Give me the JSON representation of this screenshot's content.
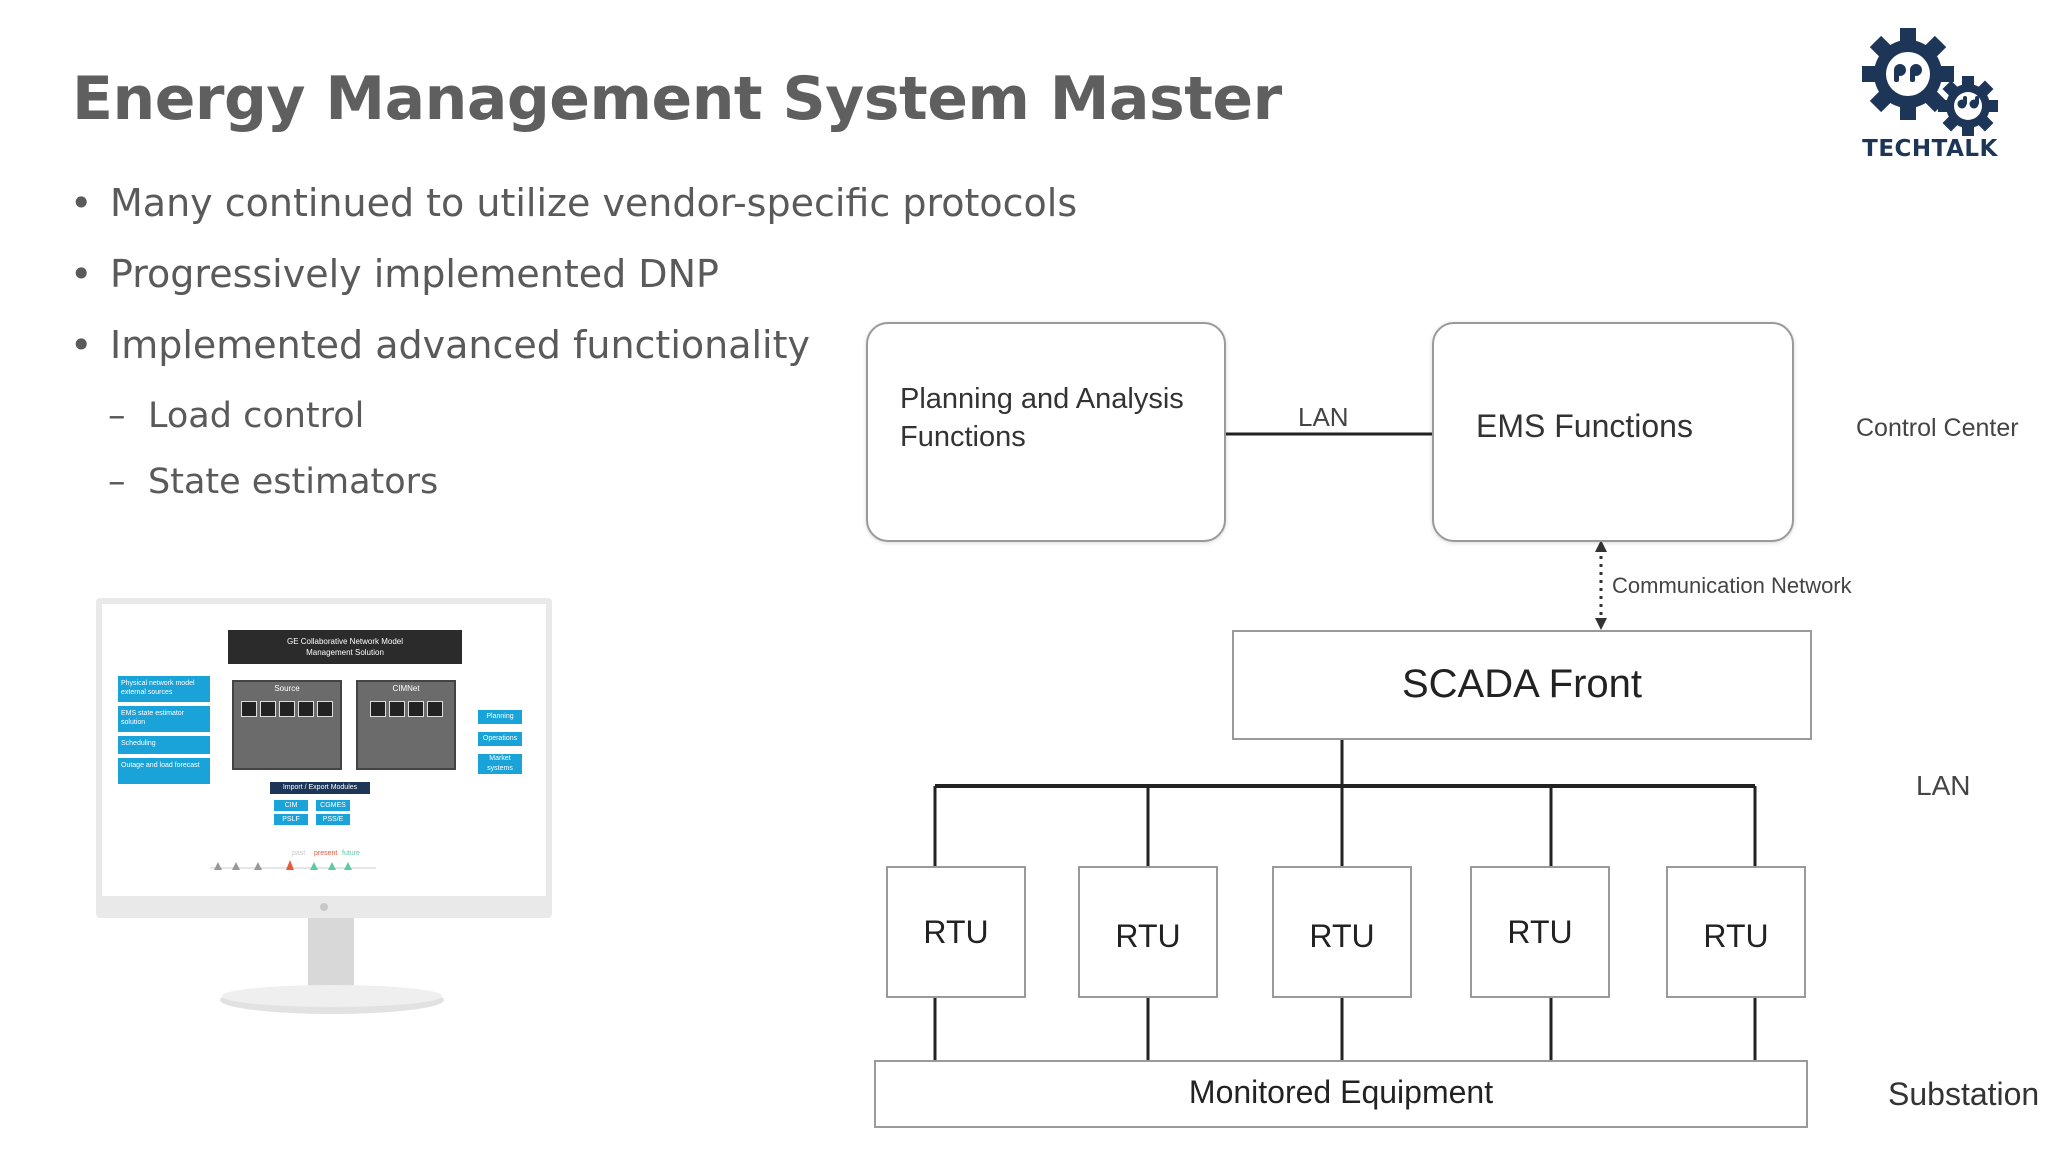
{
  "slide": {
    "title": "Energy Management System Master",
    "bullets": [
      "Many continued to utilize vendor-specific protocols",
      "Progressively implemented DNP",
      "Implemented advanced functionality"
    ],
    "sub_bullets": [
      "Load control",
      "State estimators"
    ],
    "bullet_glyph": "•",
    "sub_glyph": "–"
  },
  "logo": {
    "text": "TECHTALK",
    "color": "#1d3557"
  },
  "diagram": {
    "planning_box": "Planning and Analysis Functions",
    "planning_line1": "Planning and Analysis",
    "planning_line2": "Functions",
    "ems_box": "EMS Functions",
    "scada_box": "SCADA Front",
    "lan_top": "LAN",
    "lan_side": "LAN",
    "comm_network": "Communication Network",
    "control_center": "Control Center",
    "substation": "Substation",
    "rtus": [
      "RTU",
      "RTU",
      "RTU",
      "RTU",
      "RTU"
    ],
    "monitored_equipment": "Monitored Equipment"
  },
  "monitor_screen": {
    "header_line1": "GE Collaborative Network Model",
    "header_line2": "Management Solution",
    "left_items": [
      "Physical network model external sources",
      "EMS state estimator solution",
      "Scheduling",
      "Outage and load forecast"
    ],
    "source_label": "Source",
    "cimnet_label": "CIMNet",
    "import_export": "Import / Export Modules",
    "formats": [
      "CIM",
      "CGMES",
      "PSLF",
      "PSS/E"
    ],
    "right_items": [
      "Planning",
      "Operations",
      "Market systems"
    ],
    "timeline": [
      "past",
      "present",
      "future"
    ],
    "accent": "#1aa3d9"
  }
}
